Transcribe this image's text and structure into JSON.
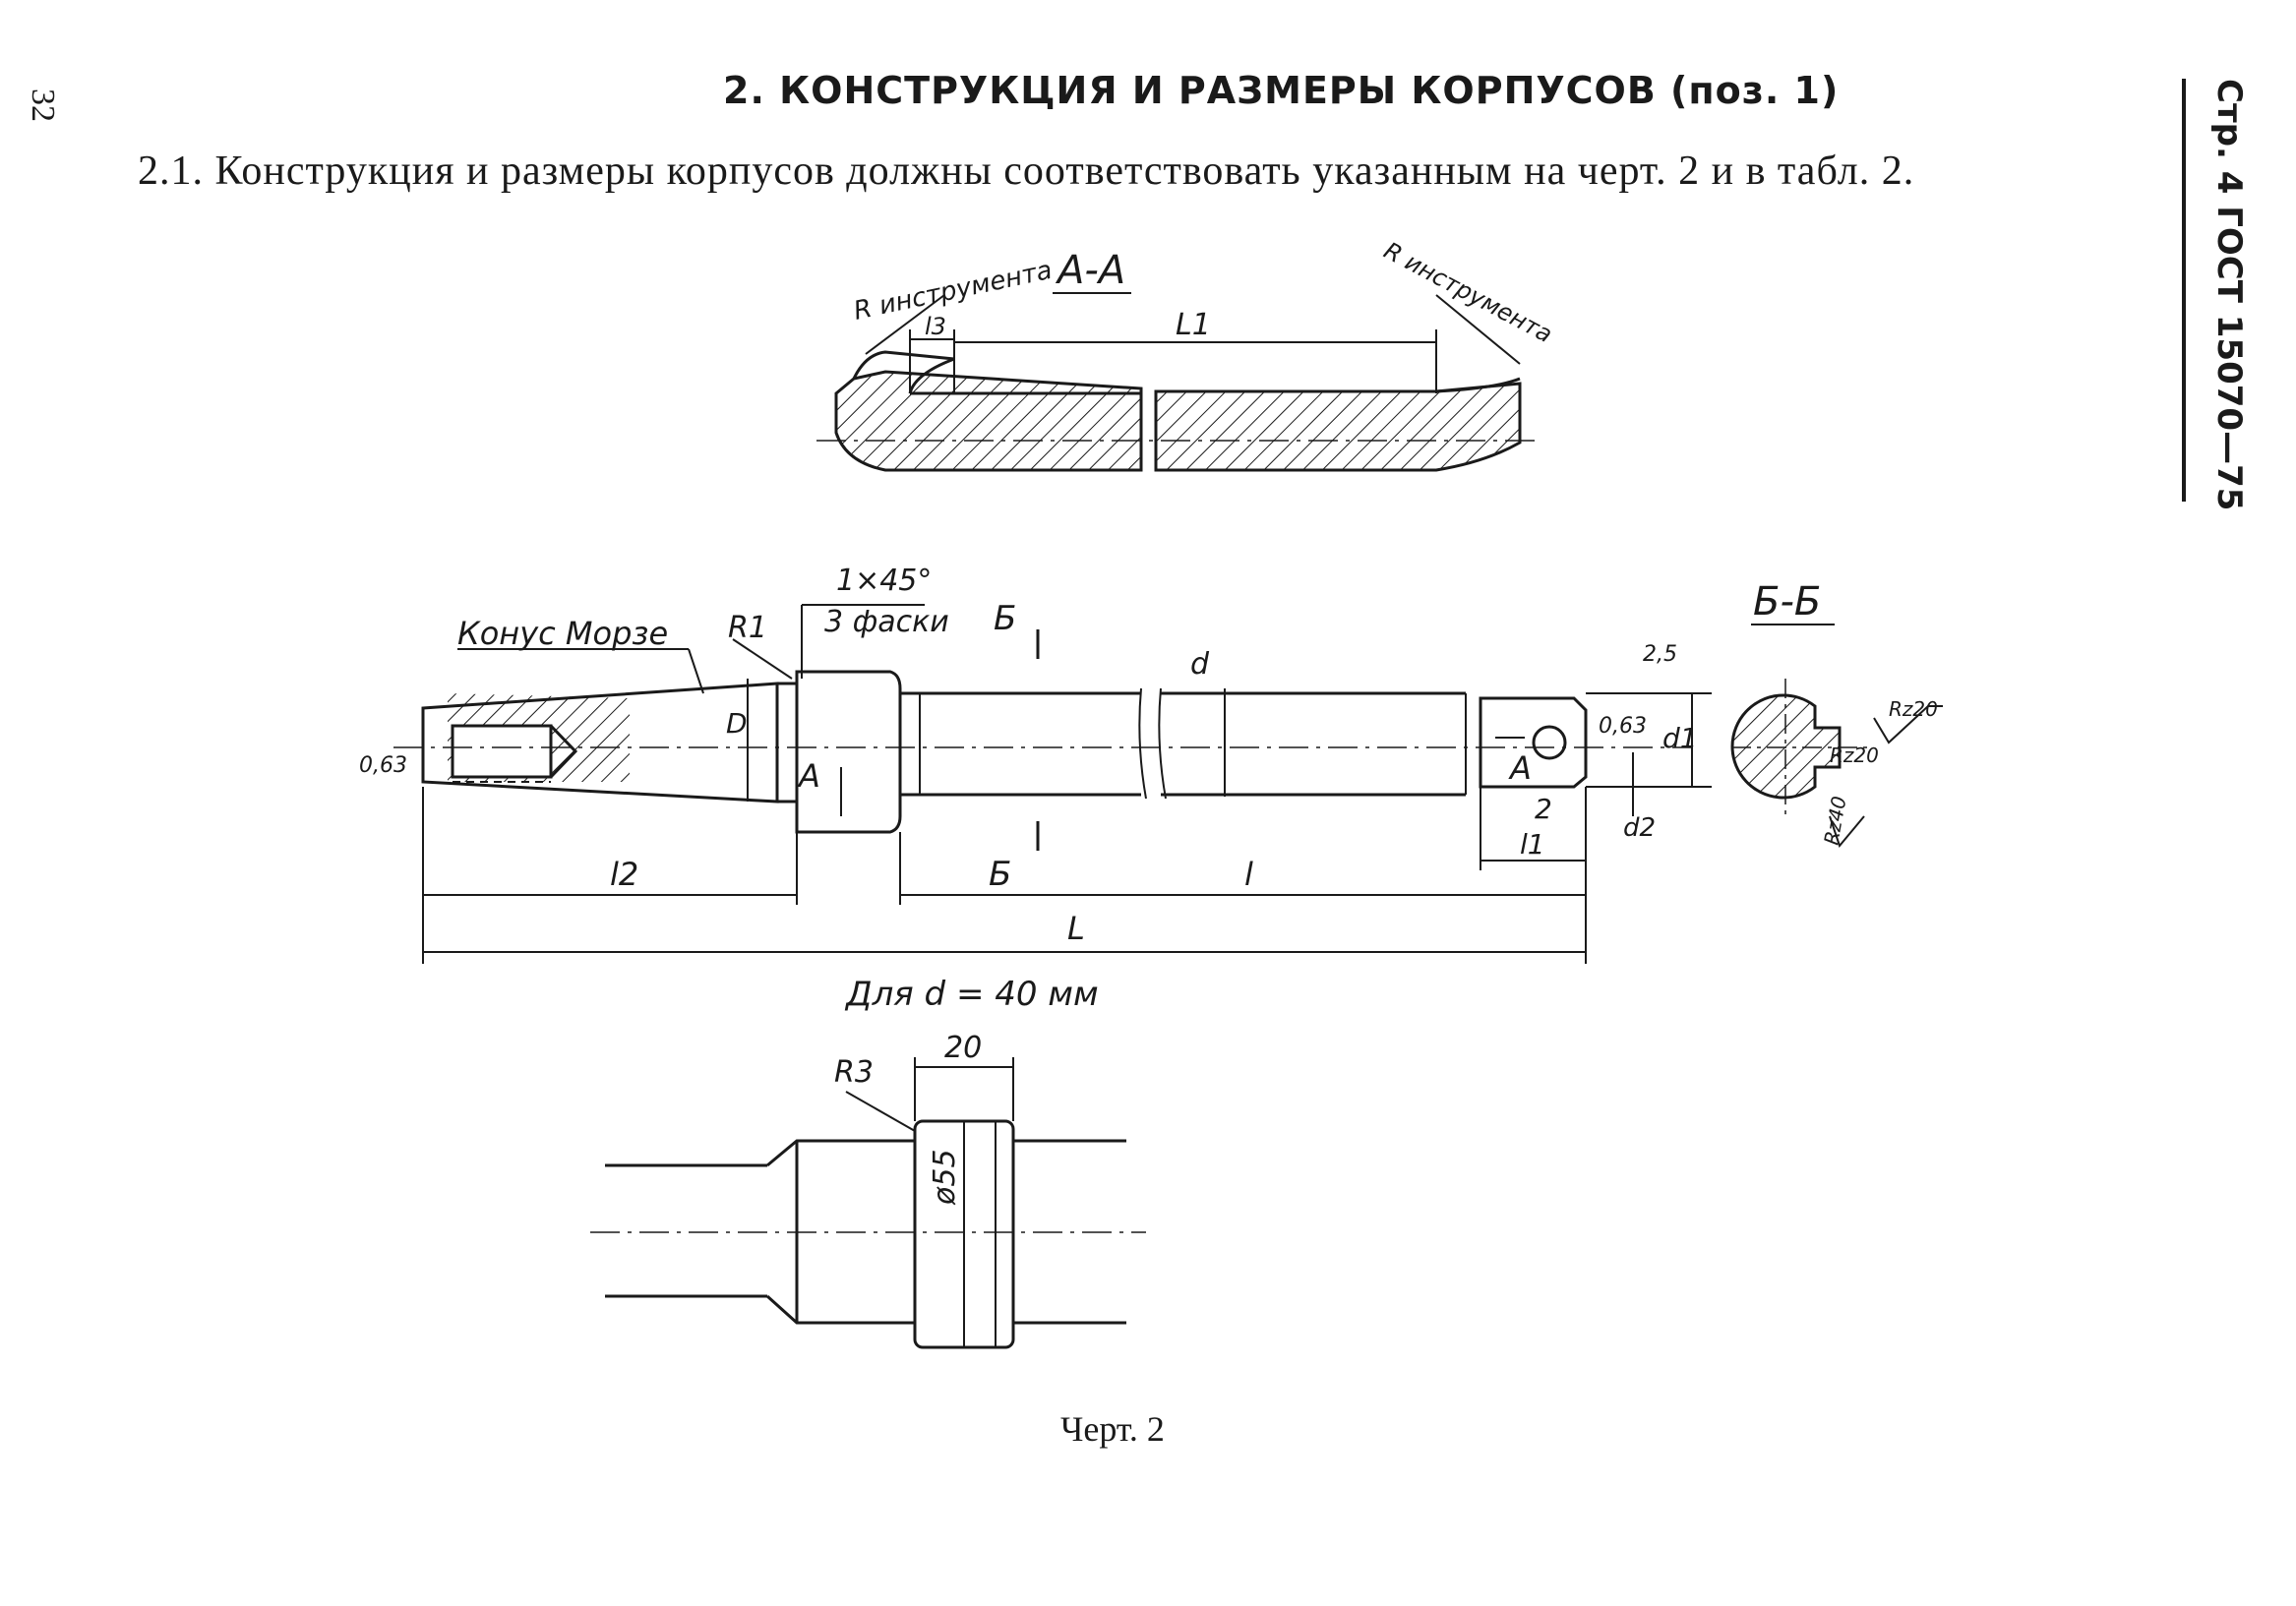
{
  "page": {
    "page_number": "32",
    "side_label": "Стр. 4 ГОСТ 15070—75",
    "heading": "2. КОНСТРУКЦИЯ И РАЗМЕРЫ КОРПУСОВ (поз. 1)",
    "paragraph": "2.1. Конструкция и размеры корпусов должны соответствовать указанным на черт. 2 и в табл. 2.",
    "caption": "Черт. 2"
  },
  "drawing": {
    "section_aa": {
      "title": "А-А",
      "left_radius": "R инструмента",
      "right_radius": "R инструмента",
      "l3": "l3",
      "L1": "L1"
    },
    "main_view": {
      "chamfer": "1×45°",
      "chamfer_count": "3 фаски",
      "morse_taper": "Конус Морзе",
      "R1": "R1",
      "D": "D",
      "roughness_left": "0,63",
      "section_mark_top": "Б",
      "section_mark_bottom": "Б",
      "d": "d",
      "roughness_2_5": "2,5",
      "roughness_right": "0,63",
      "d1": "d1",
      "d2": "d2",
      "dim_2": "2",
      "A_left": "А",
      "A_right": "А",
      "l2": "l2",
      "l": "l",
      "l1": "l1",
      "L": "L"
    },
    "section_bb": {
      "title": "Б-Б",
      "rz20_top": "Rz20",
      "rz20_inner": "Rz20",
      "rz40": "Rz40"
    },
    "detail_view": {
      "title": "Для d = 40 мм",
      "R3": "R3",
      "dim_20": "20",
      "dia_55": "ø55"
    }
  }
}
